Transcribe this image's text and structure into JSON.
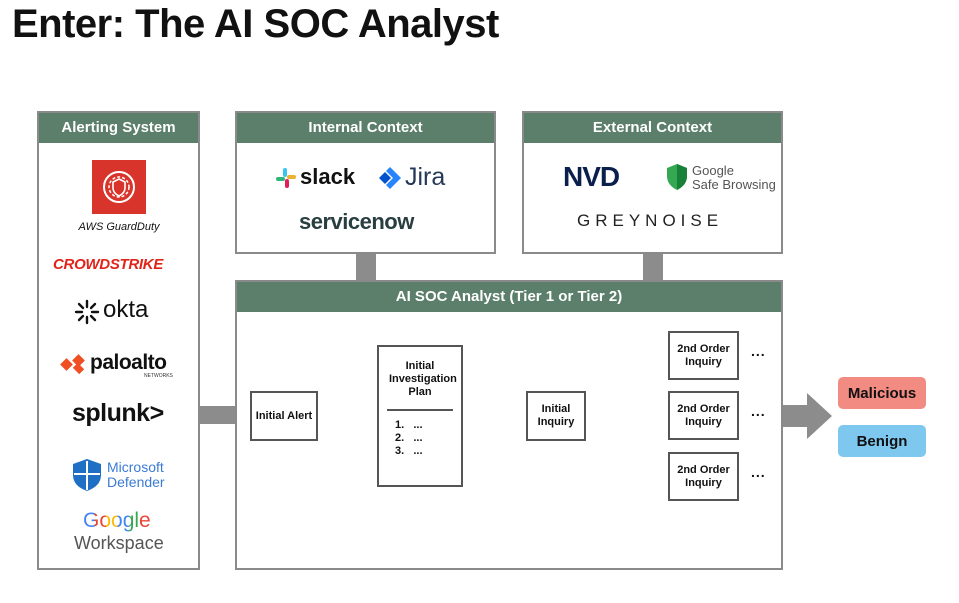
{
  "title": "Enter: The AI SOC Analyst",
  "panels": {
    "alerting": {
      "label": "Alerting System"
    },
    "internal": {
      "label": "Internal Context"
    },
    "external": {
      "label": "External Context"
    },
    "analyst": {
      "label": "AI SOC Analyst (Tier 1 or Tier 2)"
    }
  },
  "alerting_logos": {
    "aws": "AWS GuardDuty",
    "crowdstrike": "CROWDSTRIKE",
    "okta": "okta",
    "paloalto": "paloalto",
    "paloalto_sub": "NETWORKS",
    "splunk": "splunk>",
    "ms_line1": "Microsoft",
    "ms_line2": "Defender",
    "google_line1": "Google",
    "google_line2": "Workspace"
  },
  "internal_logos": {
    "slack": "slack",
    "jira": "Jira",
    "servicenow": "servicenow"
  },
  "external_logos": {
    "nvd": "NVD",
    "gsb_line1": "Google",
    "gsb_line2": "Safe Browsing",
    "greynoise": "GREYNOISE"
  },
  "flow": {
    "initial_alert": "Initial Alert",
    "plan_title": "Initial Investigation Plan",
    "plan_items": [
      "1.   ...",
      "2.   ...",
      "3.   ..."
    ],
    "initial_inquiry": "Initial Inquiry",
    "second_order": [
      "2nd Order Inquiry",
      "2nd Order Inquiry",
      "2nd Order Inquiry"
    ],
    "ellipsis": "..."
  },
  "verdicts": {
    "malicious": "Malicious",
    "benign": "Benign"
  },
  "colors": {
    "panel_header": "#5b7f6b",
    "malicious_bg": "#f28b82",
    "benign_bg": "#7ec8f0",
    "arrow": "#8c8c8c"
  }
}
